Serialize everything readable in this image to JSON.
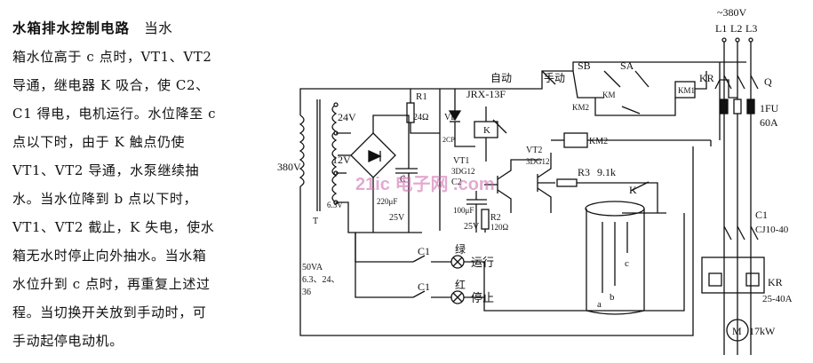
{
  "description": {
    "title": "水箱排水控制电路",
    "lines": [
      "当水",
      "箱水位高于 c 点时，VT1、VT2",
      "导通，继电器 K 吸合，使 C2、",
      "C1 得电，电机运行。水位降至 c",
      "点以下时，由于 K 触点仍使",
      "VT1、VT2 导通，水泵继续抽",
      "水。当水位降到 b 点以下时，",
      "VT1、VT2 截止，K 失电，使水",
      "箱无水时停止向外抽水。当水箱",
      "水位升到 c 点时，再重复上述过",
      "程。当切换开关放到手动时，可",
      "手动起停电动机。"
    ]
  },
  "circuit": {
    "supply": "~380V",
    "phases": [
      "L1",
      "L2",
      "L3"
    ],
    "switch_q": "Q",
    "fuse": "1FU",
    "fuse_rating": "60A",
    "relay": "JRX-13F",
    "r1": "R1",
    "r1_value": "24Ω",
    "vd": "VD",
    "vd_type": "2CP",
    "k": "K",
    "vt1": "VT1",
    "vt1_type": "3DG12",
    "vt2": "VT2",
    "vt2_type": "3DG12",
    "c2": "C2",
    "c2_value": "100μF",
    "c2_voltage": "25V",
    "c_rect": "C",
    "c_rect_value": "220μF",
    "c_rect_voltage": "25V",
    "r2": "R2",
    "r2_value": "120Ω",
    "r3": "R3",
    "r3_value": "9.1k",
    "tap_24": "24V",
    "tap_12": "12V",
    "tap_63": "6.3V",
    "primary": "380V",
    "transformer": "T",
    "transformer_spec": [
      "50VA",
      "6.3、24、",
      "36"
    ],
    "auto": "自动",
    "manual": "手动",
    "sb": "SB",
    "sa": "SA",
    "km1": "KM1",
    "km_coil": "KM",
    "kr": "KR",
    "km2": "KM2",
    "km2b": "KM2",
    "c1_contactor": "C1",
    "c1_model": "CJ10-40",
    "kr_rating": "25-40A",
    "motor": "M",
    "motor_power": "17kW",
    "c1a": "C1",
    "c1b": "C1",
    "lamp_green": "绿",
    "lamp_red": "红",
    "run": "运行",
    "stop": "停止",
    "probe_a": "a",
    "probe_b": "b",
    "probe_c": "c",
    "k_contact": "K",
    "watermark": "21ic 电子网 .com"
  },
  "colors": {
    "ink": "#111111",
    "watermark": "#cc66aa"
  }
}
